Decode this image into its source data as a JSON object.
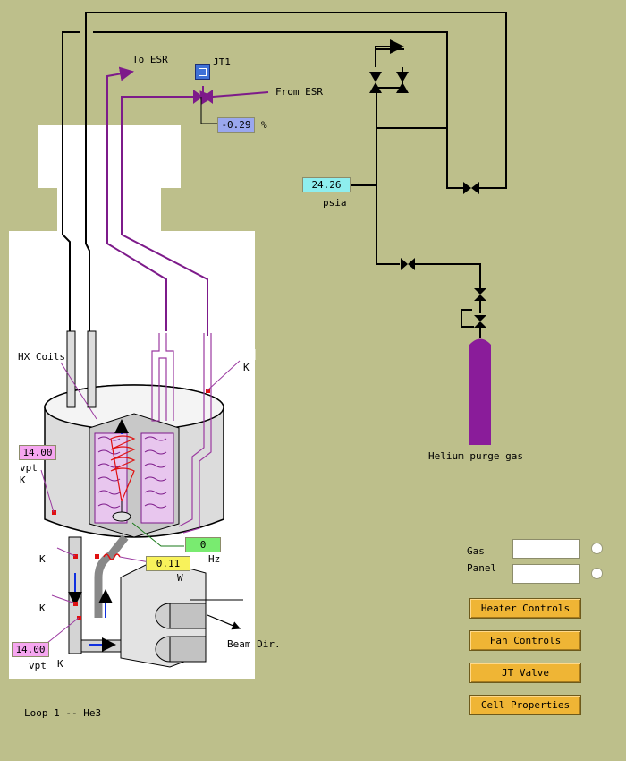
{
  "window_title": "Loop 1 -- He3",
  "labels": {
    "to_esr": "To ESR",
    "from_esr": "From ESR",
    "jt_valve_name": "JT1",
    "percent_unit": "%",
    "psia_unit": "psia",
    "helium_purge": "Helium purge gas",
    "hx_coils": "HX Coils",
    "beam_dir": "Beam Dir.",
    "k_unit": "K",
    "vpt_unit": "vpt",
    "hz_unit": "Hz",
    "w_unit": "W",
    "gas": "Gas",
    "panel": "Panel"
  },
  "readings": {
    "jt_valve_percent": "-0.29",
    "pressure_psia": "24.26",
    "vpt_upper": "14.00",
    "vpt_lower": "14.00",
    "fan_hz": "0",
    "heater_w": "0.11"
  },
  "buttons": {
    "heater": "Heater Controls",
    "fan": "Fan Controls",
    "jt": "JT Valve",
    "cell": "Cell Properties"
  },
  "colors": {
    "background": "#bdbf8b",
    "purple_line": "#7d1a8a",
    "cylinder": "#8a1c9a",
    "percent_box": "#9aa7ee",
    "psia_box": "#8eeeee",
    "vpt_box": "#f6a6f0",
    "hz_box": "#79eb70",
    "w_box": "#f8f25b",
    "button": "#efb535"
  }
}
